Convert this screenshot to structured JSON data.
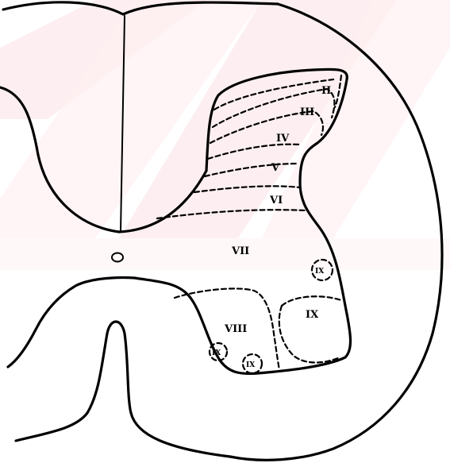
{
  "diagram": {
    "background_tint": "#fde3e6",
    "line_color": "#000000",
    "laminae": {
      "II": "II",
      "III": "III",
      "IV": "IV",
      "V": "V",
      "VI": "VI",
      "VII": "VII",
      "VIII": "VIII",
      "IX": "IX"
    }
  }
}
